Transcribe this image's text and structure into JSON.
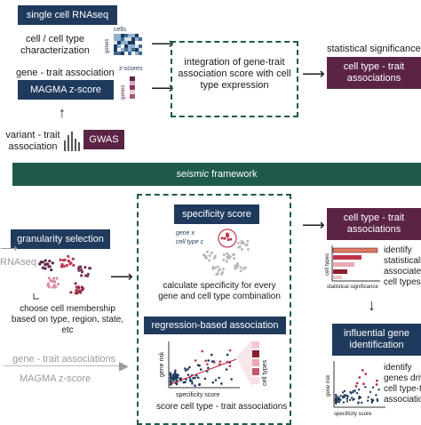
{
  "top": {
    "single_cell_label": "single cell RNAseq",
    "cells_label": "cells",
    "genes_label": "genes",
    "cell_type_text": "cell / cell type characterization",
    "gta_text": "gene - trait association",
    "zscores_label": "z-scores",
    "genes_label2": "genes",
    "magma_label": "MAGMA z-score",
    "variant_text": "variant - trait association",
    "gwas_label": "GWAS",
    "integration_text": "integration of gene-trait association score with cell type expression",
    "stat_sig_text": "statistical significance",
    "cell_type_trait_label": "cell type - trait associations"
  },
  "band": {
    "italic": "seismic",
    "rest": " framework"
  },
  "bottom": {
    "granularity_label": "granularity selection",
    "rnaseq_grey": "RNAseq",
    "choose_text": "choose cell membership based on type, region, state, etc",
    "gene_trait_grey": "gene - trait associations",
    "magma_grey": "MAGMA z-score",
    "specificity_label": "specificity score",
    "gene_x": "gene x",
    "cell_type_c": "cell type c",
    "calc_text": "calculate specificity for every gene and cell type combination",
    "regression_label": "regression-based association",
    "gene_risk": "gene risk",
    "spec_score": "specificity score",
    "cell_types": "cell types",
    "score_text": "score cell type - trait associations",
    "ctta_label": "cell type - trait associations",
    "cell_types_axis": "cell types",
    "stat_sig_axis": "statistical significance",
    "identify_stat": "identify statistically associated cell types",
    "influential_label": "influential gene identification",
    "gene_risk2": "gene risk",
    "spec_score2": "specificity score",
    "identify_genes": "identify genes driving cell type-trait associations"
  },
  "colors": {
    "navy": "#1f3a5c",
    "plum": "#5b2446",
    "green": "#1e5a4c",
    "red": "#c0344a"
  }
}
